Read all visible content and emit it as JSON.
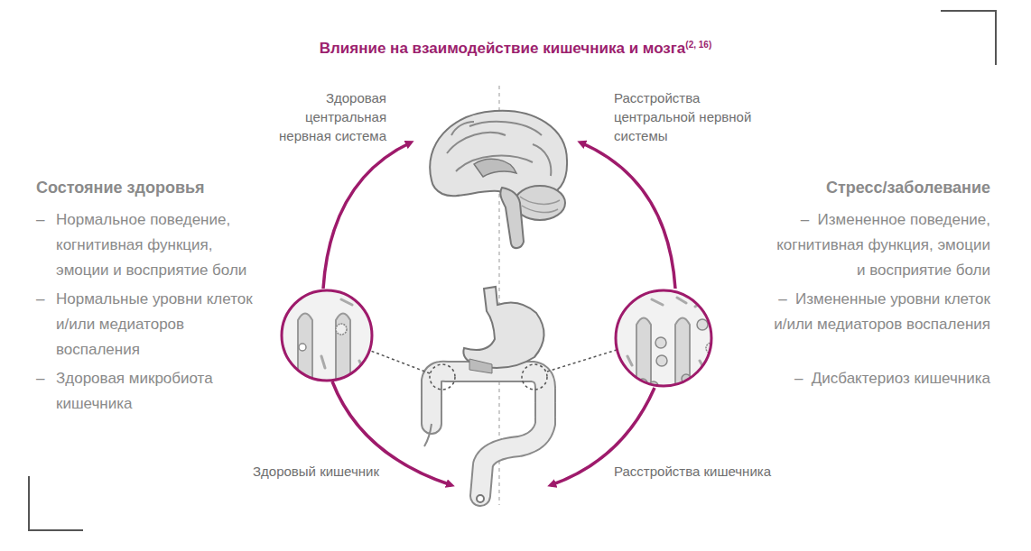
{
  "diagram": {
    "title": "Влияние на взаимодействие кишечника и мозга",
    "labels": [
      "Здоровая центральная нервная система",
      "Расстройства центральной нервной системы",
      "Состояние здоровья",
      "–",
      "Нормальное поведение, когнитивная функция, эмоции и восприятие боли",
      "–",
      "Нормальные уровни клеток и/или медиаторов воспаления",
      "–",
      "Здоровая микробиота кишечника",
      "Стресс/заболевание",
      "–",
      "Измененное поведение, когнитивная функция, эмоции и восприятие боли",
      "–",
      "Измененные уровни клеток и/или медиаторов воспаления",
      "–",
      "Дисбактериоз кишечника",
      "Здоровый кишечник",
      "Расстройства кишечника",
      "(2, 16)"
    ]
  }
}
